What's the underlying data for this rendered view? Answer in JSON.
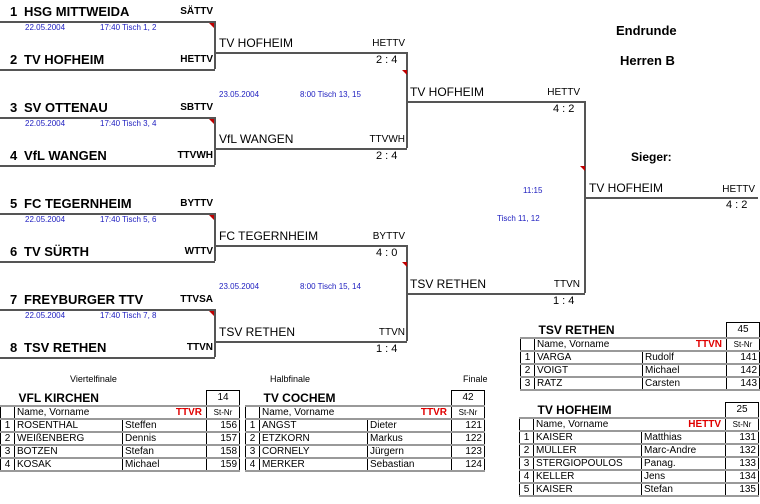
{
  "header": {
    "title": "Endrunde",
    "subtitle": "Herren B",
    "winner_label": "Sieger:"
  },
  "rounds": {
    "qf": "Viertelfinale",
    "sf": "Halbfinale",
    "f": "Finale"
  },
  "quarterfinal": [
    {
      "seed": "1",
      "team": "HSG MITTWEIDA",
      "assoc": "SÄTTV"
    },
    {
      "seed": "2",
      "team": "TV HOFHEIM",
      "assoc": "HETTV"
    },
    {
      "seed": "3",
      "team": "SV OTTENAU",
      "assoc": "SBTTV"
    },
    {
      "seed": "4",
      "team": "VfL WANGEN",
      "assoc": "TTVWH"
    },
    {
      "seed": "5",
      "team": "FC TEGERNHEIM",
      "assoc": "BYTTV"
    },
    {
      "seed": "6",
      "team": "TV SÜRTH",
      "assoc": "WTTV"
    },
    {
      "seed": "7",
      "team": "FREYBURGER TTV",
      "assoc": "TTVSA"
    },
    {
      "seed": "8",
      "team": "TSV RETHEN",
      "assoc": "TTVN"
    }
  ],
  "qf_info": [
    {
      "date": "22.05.2004",
      "time": "17:40 Tisch 1, 2"
    },
    {
      "date": "22.05.2004",
      "time": "17:40 Tisch 3, 4"
    },
    {
      "date": "22.05.2004",
      "time": "17:40 Tisch 5, 6"
    },
    {
      "date": "22.05.2004",
      "time": "17:40 Tisch 7, 8"
    }
  ],
  "semifinal": [
    {
      "team": "TV HOFHEIM",
      "assoc": "HETTV",
      "score": "2 : 4"
    },
    {
      "team": "VfL WANGEN",
      "assoc": "TTVWH",
      "score": "2 : 4"
    },
    {
      "team": "FC TEGERNHEIM",
      "assoc": "BYTTV",
      "score": "4 : 0"
    },
    {
      "team": "TSV RETHEN",
      "assoc": "TTVN",
      "score": "1 : 4"
    }
  ],
  "sf_info": [
    {
      "date": "23.05.2004",
      "time": "8:00 Tisch 13, 15"
    },
    {
      "date": "23.05.2004",
      "time": "8:00 Tisch 15, 14"
    }
  ],
  "final": [
    {
      "team": "TV HOFHEIM",
      "assoc": "HETTV",
      "score": "4 : 2"
    },
    {
      "team": "TSV RETHEN",
      "assoc": "TTVN",
      "score": "1 : 4"
    }
  ],
  "final_info": {
    "time": "11:15",
    "table": "Tisch 11, 12"
  },
  "winner": {
    "team": "TV HOFHEIM",
    "assoc": "HETTV",
    "score": "4 : 2"
  },
  "rosters": [
    {
      "team": "VFL KIRCHEN",
      "number": "14",
      "assoc": "TTVR",
      "col_name": "Name, Vorname",
      "col_nr": "St-Nr",
      "players": [
        [
          "1",
          "ROSENTHAL",
          "Steffen",
          "156"
        ],
        [
          "2",
          "WEIßENBERG",
          "Dennis",
          "157"
        ],
        [
          "3",
          "BOTZEN",
          "Stefan",
          "158"
        ],
        [
          "4",
          "KOSAK",
          "Michael",
          "159"
        ]
      ]
    },
    {
      "team": "TV COCHEM",
      "number": "42",
      "assoc": "TTVR",
      "col_name": "Name, Vorname",
      "col_nr": "St-Nr",
      "players": [
        [
          "1",
          "ANGST",
          "Dieter",
          "121"
        ],
        [
          "2",
          "ETZKORN",
          "Markus",
          "122"
        ],
        [
          "3",
          "CORNELY",
          "Jürgern",
          "123"
        ],
        [
          "4",
          "MERKER",
          "Sebastian",
          "124"
        ]
      ]
    },
    {
      "team": "TSV RETHEN",
      "number": "45",
      "assoc": "TTVN",
      "col_name": "Name, Vorname",
      "col_nr": "St-Nr",
      "players": [
        [
          "1",
          "VARGA",
          "Rudolf",
          "141"
        ],
        [
          "2",
          "VOIGT",
          "Michael",
          "142"
        ],
        [
          "3",
          "RATZ",
          "Carsten",
          "143"
        ]
      ]
    },
    {
      "team": "TV HOFHEIM",
      "number": "25",
      "assoc": "HETTV",
      "col_name": "Name, Vorname",
      "col_nr": "St-Nr",
      "players": [
        [
          "1",
          "KAISER",
          "Matthias",
          "131"
        ],
        [
          "2",
          "MÜLLER",
          "Marc-Andre",
          "132"
        ],
        [
          "3",
          "STERGIOPOULOS",
          "Panag.",
          "133"
        ],
        [
          "4",
          "KELLER",
          "Jens",
          "134"
        ],
        [
          "5",
          "KAISER",
          "Stefan",
          "135"
        ]
      ]
    }
  ]
}
